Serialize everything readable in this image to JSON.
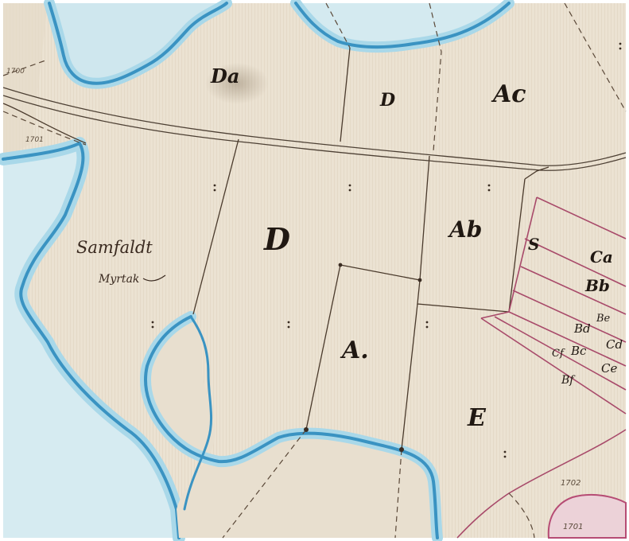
{
  "colors": {
    "paper": "#ebe1d1",
    "water_edge": "#3a93c2",
    "water_fill": "#a9d8e9",
    "ink": "#3f3126",
    "pink_boundary": "#a84a6a"
  },
  "labels": {
    "da": "Da",
    "d_small": "D",
    "ac": "Ac",
    "d_large": "D",
    "ab": "Ab",
    "s": "S",
    "ca": "Ca",
    "bb": "Bb",
    "be": "Be",
    "bd": "Bd",
    "cd": "Cd",
    "bc": "Bc",
    "ce": "Ce",
    "cf": "Cf",
    "bf": "Bf",
    "a": "A.",
    "e": "E",
    "samfaldt": "Samfaldt",
    "myrtak": "Myrtak",
    "num_top_left": "1700",
    "num_left": "1701",
    "num_bottom_right": "1702",
    "num_bottom_right_2": "1701"
  }
}
